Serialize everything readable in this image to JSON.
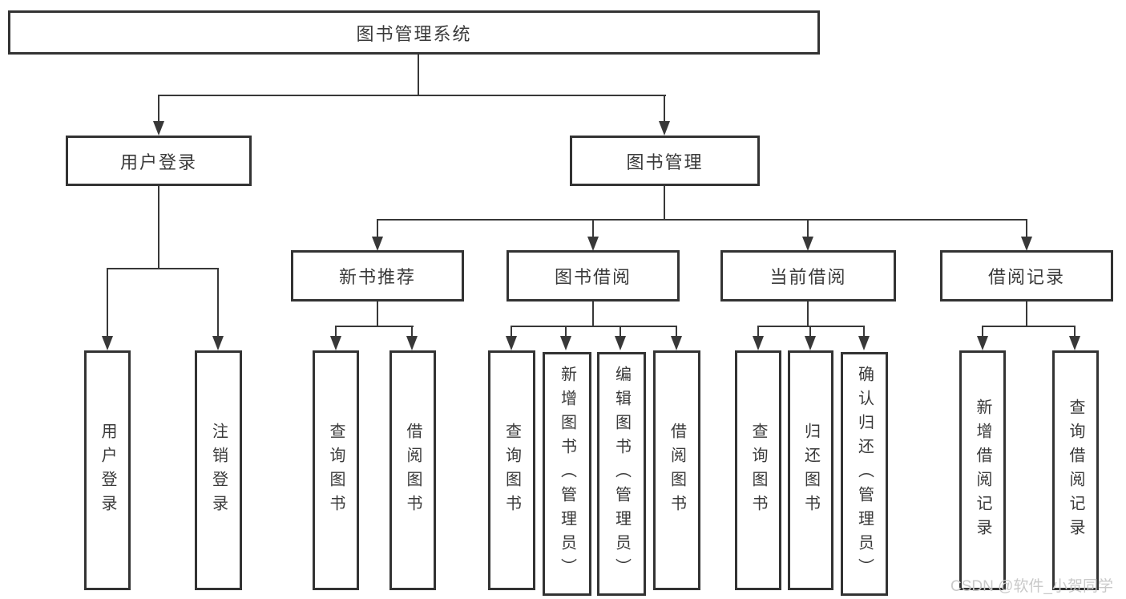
{
  "diagram": {
    "root": {
      "label": "图书管理系统"
    },
    "level2": {
      "user_login": {
        "label": "用户登录"
      },
      "book_management": {
        "label": "图书管理"
      }
    },
    "level3": {
      "new_book_recommend": {
        "label": "新书推荐"
      },
      "book_borrow": {
        "label": "图书借阅"
      },
      "current_borrow": {
        "label": "当前借阅"
      },
      "borrow_records": {
        "label": "借阅记录"
      }
    },
    "leaves": {
      "user_login_leaf": "用户登录",
      "logout": "注销登录",
      "nb_query_books": "查询图书",
      "nb_borrow_books": "借阅图书",
      "bb_query_books": "查询图书",
      "bb_add_books": "新增图书（管理员）",
      "bb_edit_books": "编辑图书（管理员）",
      "bb_borrow_books": "借阅图书",
      "cb_query_books": "查询图书",
      "cb_return_books": "归还图书",
      "cb_confirm_return": "确认归还（管理员）",
      "br_add_record": "新增借阅记录",
      "br_query_record": "查询借阅记录"
    }
  },
  "watermark": {
    "text": "CSDN @软件_小贺同学"
  },
  "colors": {
    "border": "#333333",
    "line": "#383838",
    "text": "#3a3a3a",
    "watermark": "#c9c9c9",
    "background": "#ffffff"
  }
}
